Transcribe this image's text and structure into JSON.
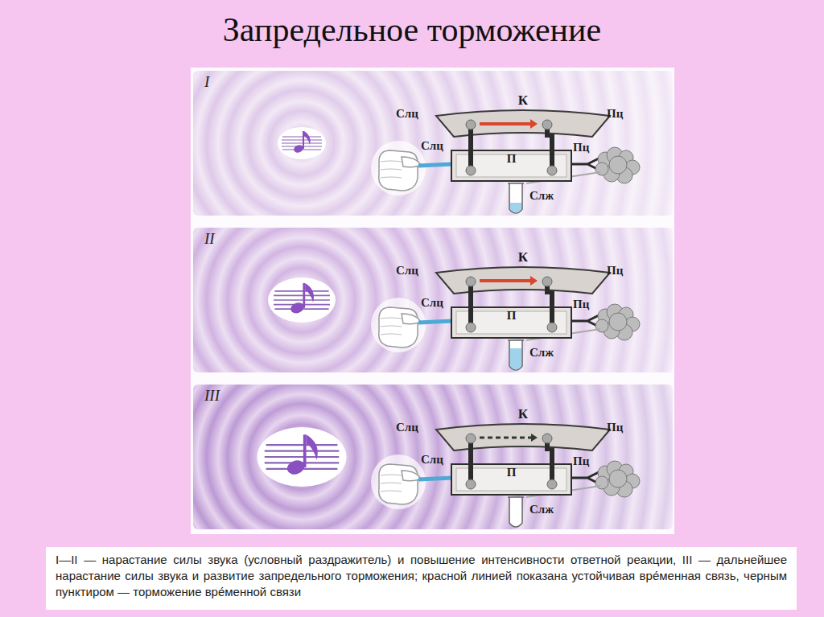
{
  "diagram": {
    "title": "Запредельное торможение",
    "caption": "I—II — нарастание силы звука (условный раздражитель) и повышение интенсивности ответной реакции, III — дальнейшее нарастание силы звука и развитие запредельного торможения; красной линией показана устойчивая вре́менная связь, черным пунктиром — торможение вре́менной связи",
    "nodes": [
      {
        "text": [
          "I"
        ]
      },
      {
        "text": [
          "К"
        ],
        "in": 0
      },
      {
        "text": [
          "П"
        ],
        "in": 0
      },
      {
        "text": [
          "II"
        ]
      },
      {
        "text": [
          "К"
        ],
        "in": 3
      },
      {
        "text": [
          "П"
        ],
        "in": 3
      },
      {
        "text": [
          "III"
        ]
      },
      {
        "text": [
          "К"
        ],
        "in": 6
      },
      {
        "text": [
          "П"
        ],
        "in": 6
      }
    ],
    "edges": [
      {
        "from": 1,
        "to": 2,
        "arrow": "none"
      },
      {
        "from": 1,
        "to": 2,
        "arrow": "none"
      },
      {
        "from": 4,
        "to": 5,
        "arrow": "none"
      },
      {
        "from": 4,
        "to": 5,
        "arrow": "none"
      },
      {
        "from": 7,
        "to": 8,
        "arrow": "none"
      },
      {
        "from": 7,
        "to": 8,
        "arrow": "none"
      }
    ],
    "labels": [
      "Слц",
      "Пц",
      "Слц",
      "Пц",
      "Слж",
      "Слц",
      "Пц",
      "Слц",
      "Пц",
      "Слж",
      "Слц",
      "Пц",
      "Слц",
      "Пц",
      "Слж"
    ]
  }
}
